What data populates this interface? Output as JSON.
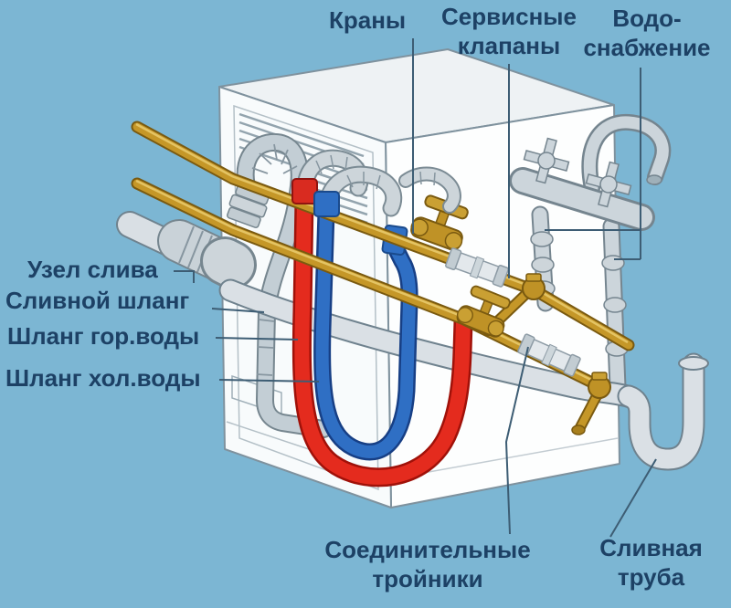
{
  "diagram": {
    "description": "Washing machine water connection diagram",
    "background_color": "#7cb6d3",
    "label_color": "#1d4165",
    "labels": {
      "taps": "Краны",
      "service_valves": "Сервисные клапаны",
      "water_supply": "Водо-снабжение",
      "drain_unit": "Узел слива",
      "drain_hose": "Сливной шланг",
      "hot_water_hose": "Шланг гор.воды",
      "cold_water_hose": "Шланг хол.воды",
      "connecting_tees": "Соединительные тройники",
      "drain_pipe": "Сливная труба"
    },
    "colors": {
      "hot_hose_red": "#e42b1e",
      "cold_hose_blue": "#2f6fc4",
      "brass_pipe_gold": "#c59728",
      "hose_gray": "#dae0e5",
      "machine_white": "#fdfefe",
      "leader_line": "#3d5d74"
    }
  }
}
